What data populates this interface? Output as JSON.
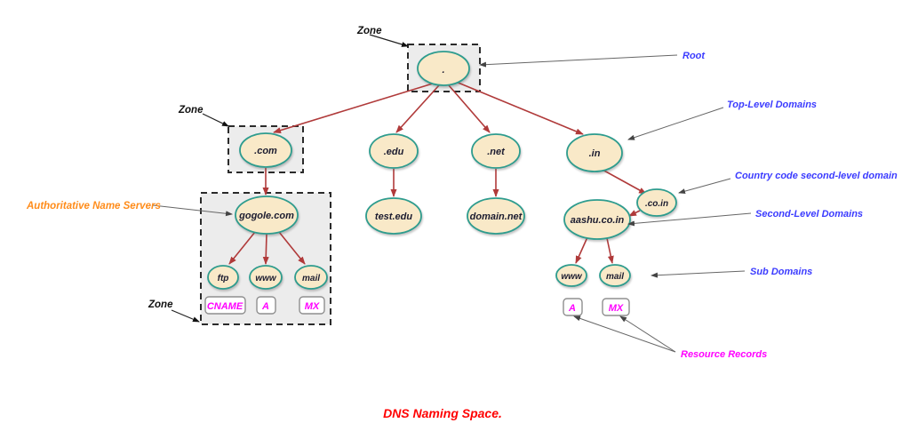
{
  "title": "DNS Naming Space.",
  "nodes": {
    "root": ".",
    "com": ".com",
    "edu": ".edu",
    "net": ".net",
    "in": ".in",
    "gogole": "gogole.com",
    "test_edu": "test.edu",
    "domain_net": "domain.net",
    "co_in": ".co.in",
    "aashu": "aashu.co.in",
    "ftp": "ftp",
    "www_com": "www",
    "mail_com": "mail",
    "www_in": "www",
    "mail_in": "mail"
  },
  "records": {
    "cname_com": "CNAME",
    "a_com": "A",
    "mx_com": "MX",
    "a_in": "A",
    "mx_in": "MX"
  },
  "labels": {
    "zone_root": "Zone",
    "zone_com": "Zone",
    "zone_auth": "Zone",
    "authoritative_name_servers": "Authoritative Name Servers",
    "root": "Root",
    "top_level_domains": "Top-Level Domains",
    "country_code_sld": "Country code second-level domain",
    "second_level_domains": "Second-Level Domains",
    "sub_domains": "Sub Domains",
    "resource_records": "Resource Records"
  },
  "colors": {
    "node_fill": "#f9e9c8",
    "node_border": "#2e9c8e",
    "zone_fill": "#ececec",
    "zone_border": "#2b2b2b",
    "tree_arrow_red": "#b03a3a",
    "annotation_blue": "#3b3bff",
    "annotation_orange": "#ff8c1a",
    "annotation_magenta": "#ff00ff",
    "title_red": "#ff0000"
  }
}
